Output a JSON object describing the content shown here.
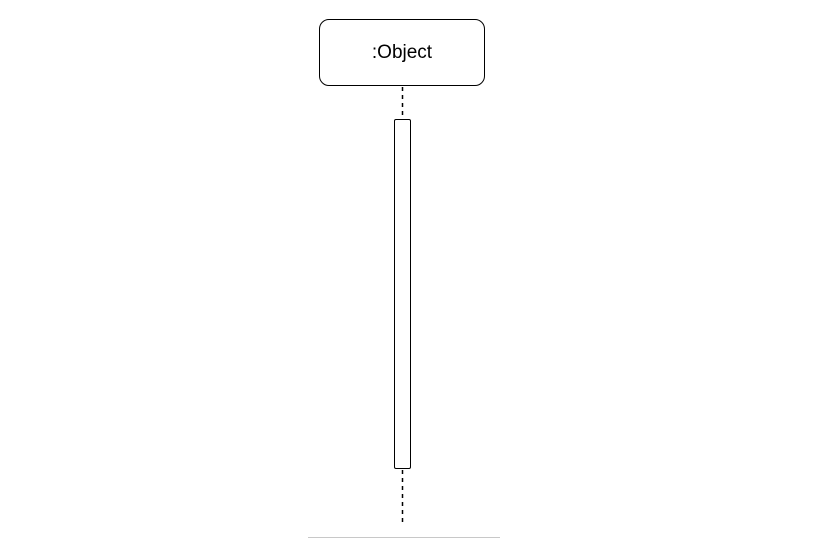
{
  "diagram": {
    "type": "uml-sequence-lifeline",
    "lifeline": {
      "object_label": ":Object",
      "has_activation_bar": true,
      "line_style": "dashed"
    },
    "colors": {
      "stroke": "#000000",
      "fill": "#ffffff",
      "rule": "#c8c8c8"
    }
  }
}
